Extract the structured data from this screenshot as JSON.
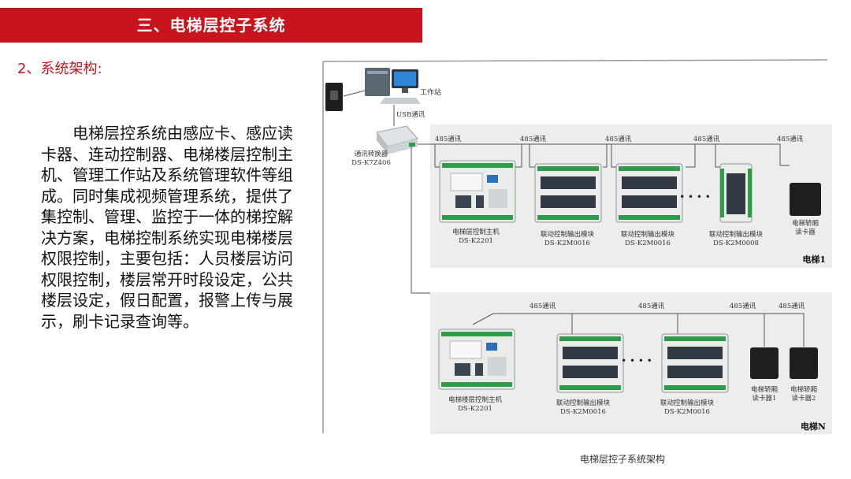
{
  "header": {
    "title": "三、电梯层控子系统"
  },
  "section": {
    "subtitle": "2、系统架构:"
  },
  "description": "电梯层控系统由感应卡、感应读卡器、连动控制器、电梯楼层控制主机、管理工作站及系统管理软件等组成。同时集成视频管理系统，提供了集控制、管理、监控于一体的梯控解决方案，电梯控制系统实现电梯楼层权限控制，主要包括：人员楼层访问权限控制，楼层常开时段设定，公共楼层设定，假日配置，报警上传与展示，刷卡记录查询等。",
  "diagram": {
    "workstation": "工作站",
    "usb": "USB通讯",
    "converter_name": "通讯转换器",
    "converter_model": "DS-K7Z406",
    "link_485": "485通讯",
    "ellipsis": "• • • •",
    "elevator1": {
      "label": "电梯1",
      "controller_name": "电梯层控制主机",
      "controller_model": "DS-K2201",
      "module1_name": "联动控制输出模块",
      "module1_model": "DS-K2M0016",
      "module2_name": "联动控制输出模块",
      "module2_model": "DS-K2M0016",
      "module3_name": "联动控制输出模块",
      "module3_model": "DS-K2M0008",
      "reader_line1": "电梯轿厢",
      "reader_line2": "读卡器"
    },
    "elevatorN": {
      "label": "电梯N",
      "controller_name": "电梯楼层控制主机",
      "controller_model": "DS-K2201",
      "module1_name": "联动控制输出模块",
      "module1_model": "DS-K2M0016",
      "module2_name": "联动控制输出模块",
      "module2_model": "DS-K2M0016",
      "reader1_line1": "电梯轿厢",
      "reader1_line2": "读卡器1",
      "reader2_line1": "电梯轿厢",
      "reader2_line2": "读卡器2"
    }
  },
  "caption": "电梯层控子系统架构",
  "colors": {
    "accent": "#c8141d",
    "panel": "#ededed",
    "board": "#e9ece9",
    "relay": "#333a44",
    "terminal": "#2e9a4a"
  }
}
